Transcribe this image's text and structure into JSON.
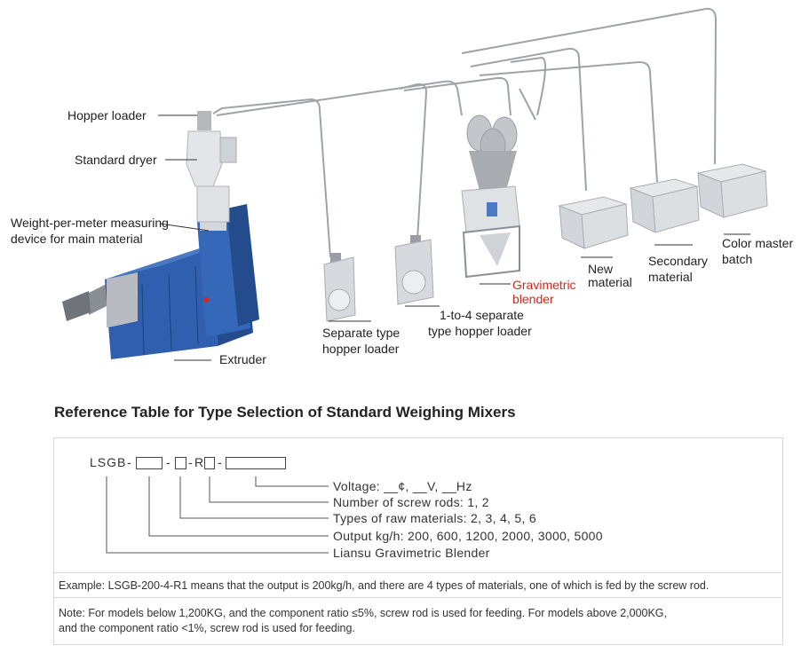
{
  "callouts": {
    "hopper_loader": "Hopper loader",
    "standard_dryer": "Standard dryer",
    "weight_meter_line1": "Weight-per-meter measuring",
    "weight_meter_line2": "device for main material",
    "extruder": "Extruder",
    "separate_type_line1": "Separate type",
    "separate_type_line2": "hopper loader",
    "one_to_four_line1": "1-to-4 separate",
    "one_to_four_line2": "type hopper loader",
    "gravimetric_line1": "Gravimetric",
    "gravimetric_line2": "blender",
    "new_material_line1": "New",
    "new_material_line2": "material",
    "secondary_line1": "Secondary",
    "secondary_line2": "material",
    "color_master_line1": "Color master",
    "color_master_line2": "batch"
  },
  "colors": {
    "extruder_blue": "#2f5fae",
    "machine_gray": "#c9ccd0",
    "callout_red": "#d9261c",
    "border": "#d6d6d6"
  },
  "reference": {
    "title": "Reference Table for Type Selection of Standard Weighing Mixers",
    "code_prefix": "LSGB",
    "dash": "-",
    "r_letter": "R",
    "legend": [
      "Voltage: __¢, __V, __Hz",
      "Number of screw rods: 1, 2",
      "Types of raw materials: 2, 3, 4, 5, 6",
      "Output kg/h: 200, 600, 1200, 2000, 3000, 5000",
      "Liansu Gravimetric Blender"
    ],
    "example": "Example: LSGB-200-4-R1 means that the output is 200kg/h, and there are 4 types of materials, one of which is fed by the screw rod.",
    "note_line1": "Note: For models below 1,200KG, and the component ratio ≤5%, screw rod is used for feeding. For models above 2,000KG,",
    "note_line2": "and the component ratio <1%, screw rod is used for feeding."
  }
}
